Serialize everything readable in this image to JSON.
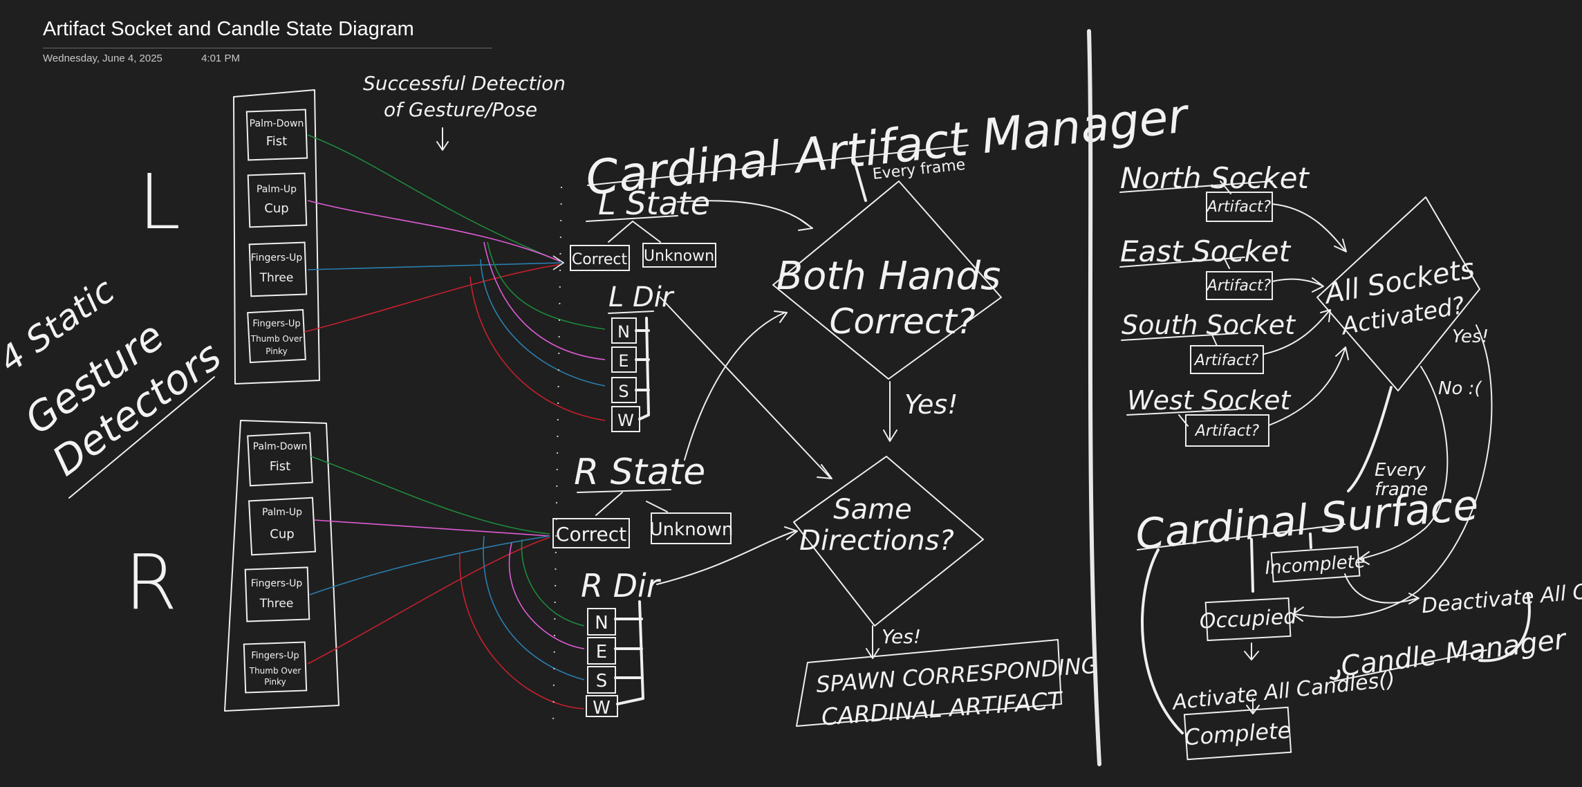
{
  "page": {
    "title": "Artifact Socket and Candle State Diagram",
    "date": "Wednesday, June 4, 2025",
    "time": "4:01 PM"
  },
  "notes": {
    "detection_label": [
      "Successful Detection",
      "of Gesture/Pose"
    ],
    "static_label": [
      "4 Static",
      "Gesture",
      "Detectors"
    ],
    "left_hand": "L",
    "right_hand": "R"
  },
  "gestures_left": [
    "Palm-Down Fist",
    "Palm-Up Cup",
    "Fingers-Up Three",
    "Fingers-Up Thumb Over Pinky"
  ],
  "gestures_right": [
    "Palm-Down Fist",
    "Palm-Up Cup",
    "Fingers-Up Three",
    "Fingers-Up Thumb Over Pinky"
  ],
  "manager": {
    "title": "Cardinal Artifact Manager",
    "every_frame": "Every frame",
    "l_state": "L State",
    "r_state": "R State",
    "correct": "Correct",
    "unknown": "Unknown",
    "l_dir": "L Dir",
    "r_dir": "R Dir",
    "dirs": [
      "N",
      "E",
      "S",
      "W"
    ],
    "both_hands": [
      "Both Hands",
      "Correct?"
    ],
    "same_dirs": [
      "Same",
      "Directions?"
    ],
    "yes1": "Yes!",
    "yes2": "Yes!",
    "spawn": [
      "SPAWN CORRESPONDING",
      "CARDINAL ARTIFACT"
    ]
  },
  "sockets": {
    "items": [
      {
        "name": "North Socket",
        "check": "Artifact?"
      },
      {
        "name": "East Socket",
        "check": "Artifact?"
      },
      {
        "name": "South Socket",
        "check": "Artifact?"
      },
      {
        "name": "West Socket",
        "check": "Artifact?"
      }
    ],
    "all_activated": [
      "All Sockets",
      "Activated?"
    ],
    "yes": "Yes!",
    "no": "No :(",
    "every_frame": [
      "Every",
      "frame"
    ]
  },
  "surface": {
    "title": "Cardinal Surface",
    "incomplete": "Incomplete",
    "occupied": "Occupied",
    "complete": "Complete",
    "activate": "Activate All Candles()",
    "deactivate": "Deactivate All Candles()",
    "candle_manager": "Candle Manager"
  },
  "colors": {
    "background": "#1f1f1f",
    "ink": "#efefef",
    "fist_line": "#1f8a3c",
    "cup_line": "#e05cd6",
    "three_line": "#2a7fb0",
    "pinky_line": "#c8202c"
  }
}
